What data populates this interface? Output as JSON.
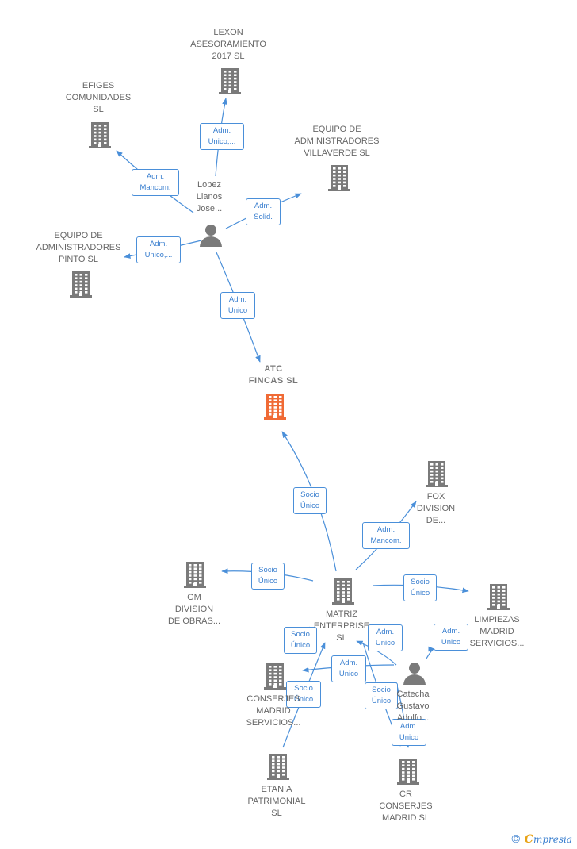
{
  "colors": {
    "edge": "#4a8fd9",
    "building": "#7a7a7a",
    "building_highlight": "#f06a35",
    "person": "#7a7a7a"
  },
  "nodes": {
    "lexon": {
      "label": "LEXON\nASESORAMIENTO\n2017  SL",
      "icon": "building-icon"
    },
    "efiges": {
      "label": "EFIGES\nCOMUNIDADES\nSL",
      "icon": "building-icon"
    },
    "equipo_villaverde": {
      "label": "EQUIPO DE\nADMINISTRADORES\nVILLAVERDE SL",
      "icon": "building-icon"
    },
    "lopez": {
      "label": "Lopez\nLlanos\nJose...",
      "icon": "person-icon"
    },
    "equipo_pinto": {
      "label": "EQUIPO DE\nADMINISTRADORES\nPINTO SL",
      "icon": "building-icon"
    },
    "atc": {
      "label": "ATC\nFINCAS  SL",
      "icon": "building-icon"
    },
    "fox": {
      "label": "FOX\nDIVISION\nDE...",
      "icon": "building-icon"
    },
    "gm": {
      "label": "GM\nDIVISION\nDE OBRAS...",
      "icon": "building-icon"
    },
    "matriz": {
      "label": "MATRIZ\nENTERPRISE\nSL",
      "icon": "building-icon"
    },
    "limpiezas": {
      "label": "LIMPIEZAS\nMADRID\nSERVICIOS...",
      "icon": "building-icon"
    },
    "conserjes_madrid": {
      "label": "CONSERJES\nMADRID\nSERVICIOS...",
      "icon": "building-icon"
    },
    "catecha": {
      "label": "Catecha\nGustavo\nAdolfo...",
      "icon": "person-icon"
    },
    "etania": {
      "label": "ETANIA\nPATRIMONIAL\nSL",
      "icon": "building-icon"
    },
    "cr_conserjes": {
      "label": "CR\nCONSERJES\nMADRID  SL",
      "icon": "building-icon"
    }
  },
  "edges": [
    {
      "from": "lopez",
      "to": "lexon",
      "label": "Adm.\nUnico,..."
    },
    {
      "from": "lopez",
      "to": "efiges",
      "label": "Adm.\nMancom."
    },
    {
      "from": "lopez",
      "to": "equipo_villaverde",
      "label": "Adm.\nSolid."
    },
    {
      "from": "lopez",
      "to": "equipo_pinto",
      "label": "Adm.\nUnico,..."
    },
    {
      "from": "lopez",
      "to": "atc",
      "label": "Adm.\nUnico"
    },
    {
      "from": "matriz",
      "to": "atc",
      "label": "Socio\nÚnico"
    },
    {
      "from": "matriz",
      "to": "fox",
      "label": "Adm.\nMancom."
    },
    {
      "from": "matriz",
      "to": "gm",
      "label": "Socio\nÚnico"
    },
    {
      "from": "matriz",
      "to": "limpiezas",
      "label": "Socio\nÚnico"
    },
    {
      "from": "etania",
      "to": "matriz",
      "label": "Socio\nÚnico"
    },
    {
      "from": "catecha",
      "to": "matriz",
      "label": "Adm.\nUnico"
    },
    {
      "from": "catecha",
      "to": "limpiezas",
      "label": "Adm.\nUnico"
    },
    {
      "from": "catecha",
      "to": "conserjes_madrid",
      "label": "Adm.\nUnico"
    },
    {
      "from": "matriz",
      "to": "conserjes_madrid",
      "label": "Socio\nÚnico"
    },
    {
      "from": "matriz",
      "to": "cr_conserjes",
      "label": "Socio\nÚnico"
    },
    {
      "from": "catecha",
      "to": "cr_conserjes",
      "label": "Adm.\nUnico"
    }
  ],
  "brand": {
    "copyright": "©",
    "initial": "C",
    "name": "mpresia"
  }
}
